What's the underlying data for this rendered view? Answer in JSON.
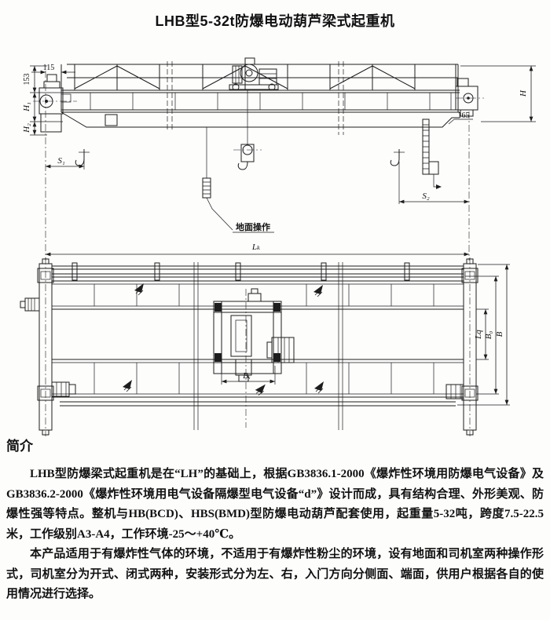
{
  "page_title": "LHB型5-32t防爆电动葫芦梁式起重机",
  "colors": {
    "ink": "#1d1d1d",
    "paper": "#fdfdfc"
  },
  "front_view": {
    "dim_115": "115",
    "dim_153": "153",
    "dim_h1": "H₁",
    "dim_h2": "H₂",
    "dim_h": "H",
    "dim_165": "165",
    "dim_s1": "S₁",
    "dim_s2": "S₂",
    "dim_lk": "Lₖ",
    "ground_operation_label": "地面操作"
  },
  "plan_view": {
    "dim_bx": "Bₓ",
    "dim_lq": "Lq",
    "dim_b0": "B₀",
    "dim_b": "B"
  },
  "intro": {
    "heading": "简介",
    "paragraphs": [
      "LHB型防爆梁式起重机是在“LH”的基础上，根据GB3836.1-2000《爆炸性环境用防爆电气设备》及GB3836.2-2000《爆炸性环境用电气设备隔爆型电气设备“d”》设计而成，具有结构合理、外形美观、防爆性强等特点。整机与HB(BCD)、HBS(BMD)型防爆电动葫芦配套使用，起重量5-32吨，跨度7.5-22.5米，工作级别A3-A4，工作环境-25～+40℃。",
      "本产品适用于有爆炸性气体的环境，不适用于有爆炸性粉尘的环境，设有地面和司机室两种操作形式，司机室分为开式、闭式两种，安装形式分为左、右，入门方向分侧面、端面，供用户根据各自的使用情况进行选择。"
    ]
  }
}
